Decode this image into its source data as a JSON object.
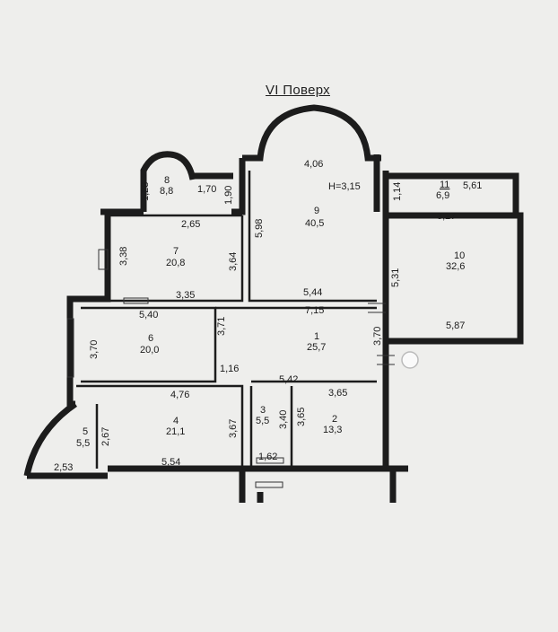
{
  "title": "VI Поверх",
  "height_note": "H=3,15",
  "rooms": [
    {
      "id": "1",
      "number": "1",
      "area": "25,7"
    },
    {
      "id": "2",
      "number": "2",
      "area": "13,3"
    },
    {
      "id": "3",
      "number": "3",
      "area": "5,5"
    },
    {
      "id": "4",
      "number": "4",
      "area": "21,1"
    },
    {
      "id": "5",
      "number": "5",
      "area": "5,5"
    },
    {
      "id": "6",
      "number": "6",
      "area": "20,0"
    },
    {
      "id": "7",
      "number": "7",
      "area": "20,8"
    },
    {
      "id": "8",
      "number": "8",
      "area": "8,8"
    },
    {
      "id": "9",
      "number": "9",
      "area": "40,5"
    },
    {
      "id": "10",
      "number": "10",
      "area": "32,6"
    },
    {
      "id": "11",
      "number": "11",
      "area": "6,9"
    }
  ],
  "dimensions": [
    "4,06",
    "1,28",
    "1,70",
    "1,90",
    "2,65",
    "5,98",
    "1,14",
    "5,61",
    "3,27",
    "3,38",
    "3,64",
    "3,35",
    "5,44",
    "5,31",
    "5,40",
    "3,71",
    "7,15",
    "3,70",
    "3,70",
    "5,87",
    "1,16",
    "5,42",
    "4,76",
    "3,65",
    "2,67",
    "3,67",
    "3,40",
    "3,65",
    "2,53",
    "5,54",
    "1,62"
  ]
}
